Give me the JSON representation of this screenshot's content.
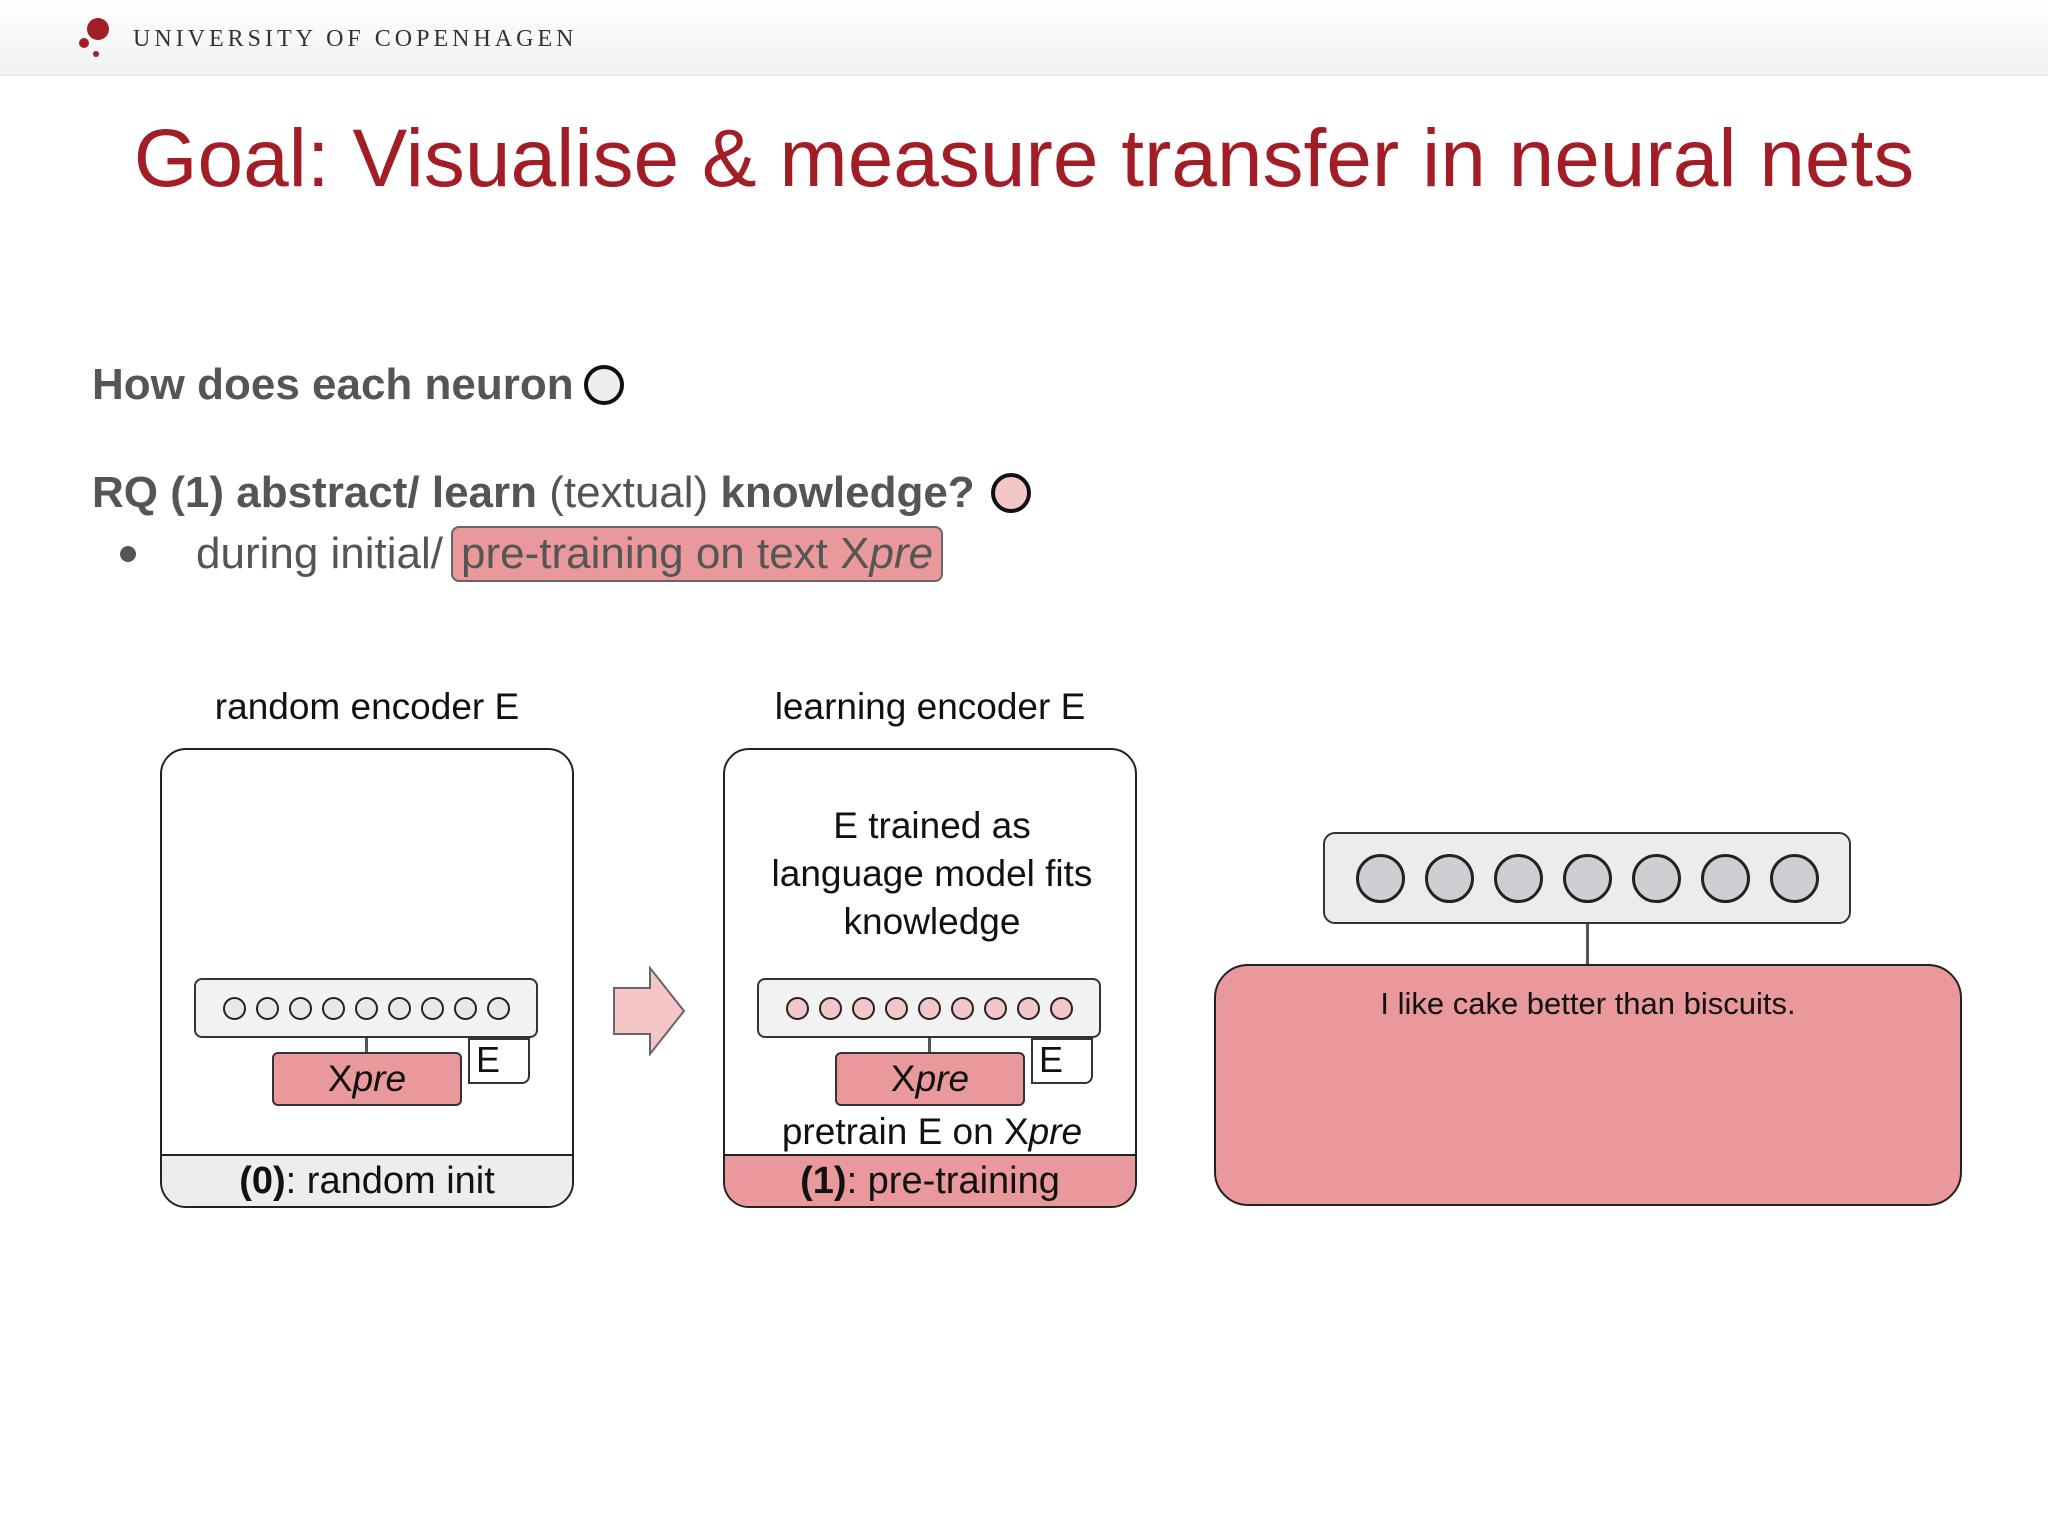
{
  "header": {
    "university": "UNIVERSITY OF COPENHAGEN",
    "logo_icon": "ku-seal-dots-icon",
    "accent_color": "#a31d27"
  },
  "slide": {
    "title": "Goal: Visualise & measure transfer in neural nets"
  },
  "question": {
    "line1": "How does each neuron",
    "line2_bold1": "RQ (1) abstract/ learn",
    "line2_normal": " (textual) ",
    "line2_bold2": "knowledge?",
    "bullet_prefix": "during initial/",
    "bullet_highlight_text": "pre-training on text X",
    "bullet_highlight_italic": "pre"
  },
  "diagram": {
    "panel0": {
      "heading": "random encoder E",
      "input_label": "X",
      "input_label_italic": "pre",
      "encoder_tab": "E",
      "footer_bold": "(0)",
      "footer_text": ": random init",
      "footer_color": "#ededf0"
    },
    "arrow_icon": "right-arrow-icon",
    "panel1": {
      "heading": "learning encoder E",
      "description_line1": "E trained as",
      "description_line2": "language model fits",
      "description_line3": "knowledge",
      "input_label": "X",
      "input_label_italic": "pre",
      "encoder_tab": "E",
      "caption_text": "pretrain E on X",
      "caption_italic": "pre",
      "footer_bold": "(1)",
      "footer_text": ": pre-training",
      "footer_color": "#e9989b"
    },
    "panel2": {
      "sentence": "I like cake better than biscuits.",
      "neuron_count": 7,
      "fill_color": "#e9989b"
    }
  }
}
